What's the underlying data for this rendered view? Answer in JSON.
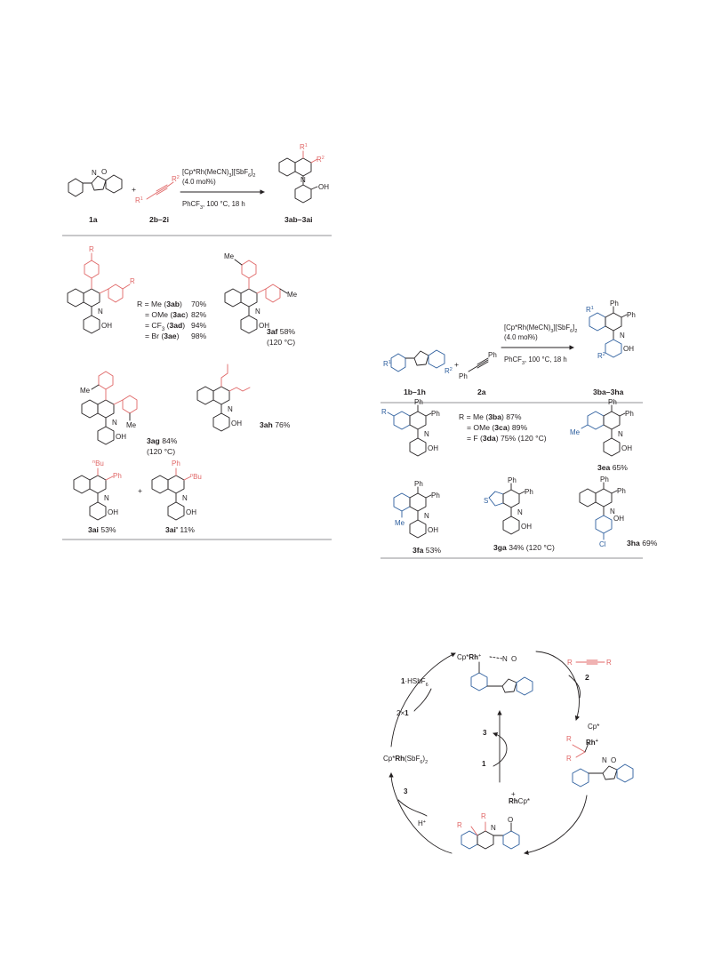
{
  "colors": {
    "ink": "#231f20",
    "accent_red": "#e06666",
    "accent_blue": "#2e5f9e"
  },
  "scheme1": {
    "reagent1": "1a",
    "plus": "+",
    "reagent2": "2b–2i",
    "alkyne_r1": "R",
    "alkyne_r1_sup": "1",
    "alkyne_r2": "R",
    "alkyne_r2_sup": "2",
    "catalyst": "[Cp*Rh(MeCN)",
    "catalyst_sub1": "3",
    "catalyst_mid": "][SbF",
    "catalyst_sub2": "6",
    "catalyst_end": "]",
    "catalyst_sub3": "2",
    "loading": "(4.0 mol%)",
    "conditions": "PhCF",
    "conditions_sub": "3",
    "conditions_end": ", 100 °C, 18 h",
    "product": "3ab–3ai",
    "prod_r1": "R",
    "prod_r1_sup": "1",
    "prod_r2": "R",
    "prod_r2_sup": "2",
    "n": "N",
    "oh": "OH",
    "n_o": "N",
    "o": "O"
  },
  "substrates1": {
    "r_top": "R",
    "r_right": "R",
    "r_lines": [
      {
        "pre": "R = Me (",
        "id": "3ab",
        "post": ")",
        "yield": "70%"
      },
      {
        "pre": "= OMe (",
        "id": "3ac",
        "post": ")",
        "yield": "82%"
      },
      {
        "pre": "= CF",
        "sub": "3",
        "pre2": " (",
        "id": "3ad",
        "post": ")",
        "yield": "94%"
      },
      {
        "pre": "= Br (",
        "id": "3ae",
        "post": ")",
        "yield": "98%"
      }
    ],
    "af": {
      "me1": "Me",
      "me2": "Me",
      "id": "3af",
      "yield": " 58%",
      "cond": "(120 °C)"
    },
    "ag": {
      "me1": "Me",
      "me2": "Me",
      "id": "3ag",
      "yield": " 84%",
      "cond": "(120 °C)"
    },
    "ah": {
      "id": "3ah",
      "yield": " 76%"
    },
    "ai": {
      "bu": "Bu",
      "n_sup": "n",
      "ph": "Ph",
      "id": "3ai",
      "yield": " 53%"
    },
    "ai2": {
      "ph": "Ph",
      "bu": "Bu",
      "n_sup": "n",
      "id": "3ai'",
      "yield": " 11%"
    },
    "plus": "+"
  },
  "scheme2": {
    "reagent1": "1b–1h",
    "r1": "R",
    "r1_sup": "1",
    "r2": "R",
    "r2_sup": "2",
    "plus": "+",
    "ph1": "Ph",
    "ph2": "Ph",
    "reagent2": "2a",
    "catalyst": "[Cp*Rh(MeCN)",
    "catalyst_sub1": "3",
    "catalyst_mid": "][SbF",
    "catalyst_sub2": "6",
    "catalyst_end": "]",
    "catalyst_sub3": "2",
    "loading": "(4.0 mol%)",
    "conditions": "PhCF",
    "conditions_sub": "3",
    "conditions_end": ", 100 °C, 18 h",
    "product": "3ba–3ha",
    "prod_ph1": "Ph",
    "prod_ph2": "Ph"
  },
  "substrates2": {
    "ba": {
      "r": "R",
      "ph1": "Ph",
      "ph2": "Ph"
    },
    "r_lines": [
      {
        "pre": "R = Me (",
        "id": "3ba",
        "post": ")",
        "yield": " 87%"
      },
      {
        "pre": "= OMe (",
        "id": "3ca",
        "post": ")",
        "yield": " 89%"
      },
      {
        "pre": "= F (",
        "id": "3da",
        "post": ")",
        "yield": " 75% (120 °C)"
      }
    ],
    "ea": {
      "me": "Me",
      "id": "3ea",
      "yield": " 65%"
    },
    "fa": {
      "me": "Me",
      "id": "3fa",
      "yield": " 53%"
    },
    "ga": {
      "s": "S",
      "id": "3ga",
      "yield": " 34% (120 °C)"
    },
    "ha": {
      "cl": "Cl",
      "id": "3ha",
      "yield": " 69%"
    }
  },
  "cycle": {
    "top_complex": "Cp*",
    "rh": "Rh",
    "plus": "+",
    "alkyne": "R",
    "alkyne2": "R",
    "alkyne_id": "2",
    "right_cp": "Cp*",
    "right_rh": "Rh",
    "right_r1": "R",
    "right_r2": "R",
    "bottom_rhcp": "Cp*",
    "bottom_rh": "Rh",
    "bottom_o": "O",
    "bottom_r1": "R",
    "bottom_r2": "R",
    "left_catalyst": "Cp*",
    "left_rh": "Rh",
    "left_sbf": "(SbF",
    "left_sub": "6",
    "left_end": ")",
    "left_sub2": "2",
    "salt": "1",
    "salt_rest": "·HSbF",
    "salt_sub": "6",
    "two_x": "2×",
    "two_x_id": "1",
    "three_left": "3",
    "h_plus": "H",
    "h_sup": "+",
    "center_3": "3",
    "center_1": "1"
  }
}
